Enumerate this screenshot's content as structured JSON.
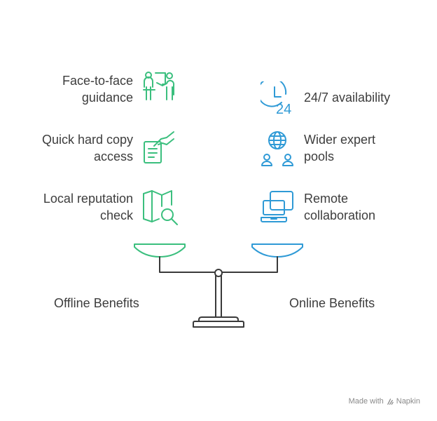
{
  "offline": {
    "title": "Offline Benefits",
    "items": [
      {
        "line1": "Face-to-face",
        "line2": "guidance",
        "icon": "presentation-icon"
      },
      {
        "line1": "Quick hard copy",
        "line2": "access",
        "icon": "hand-document-icon"
      },
      {
        "line1": "Local reputation",
        "line2": "check",
        "icon": "map-search-icon"
      }
    ]
  },
  "online": {
    "title": "Online Benefits",
    "items": [
      {
        "line1": "24/7 availability",
        "line2": "",
        "icon": "clock-24-icon"
      },
      {
        "line1": "Wider expert",
        "line2": "pools",
        "icon": "globe-people-icon"
      },
      {
        "line1": "Remote",
        "line2": "collaboration",
        "icon": "laptop-screen-icon"
      }
    ]
  },
  "colors": {
    "offline_accent": "#3bbf7e",
    "online_accent": "#2f9ad6",
    "neutral": "#3a3a3a"
  },
  "footer": {
    "prefix": "Made with",
    "brand": "Napkin"
  }
}
